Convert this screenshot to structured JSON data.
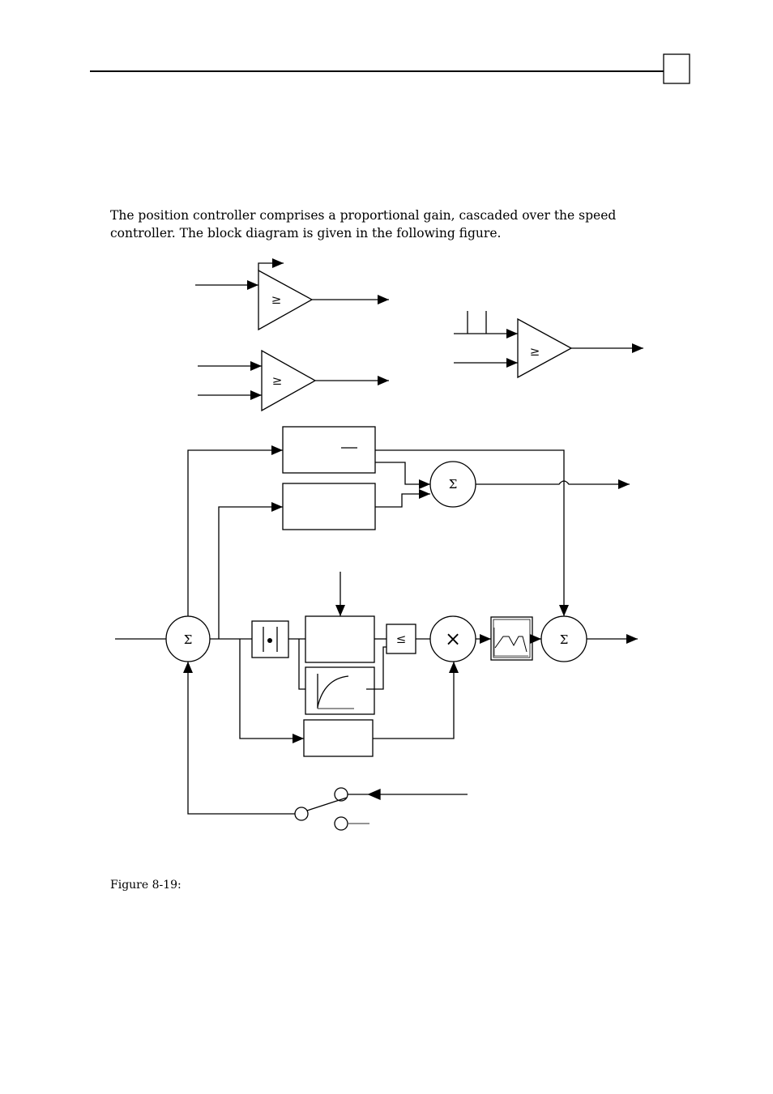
{
  "page": {
    "paragraph": "The position controller comprises a proportional gain, cascaded over the speed controller. The block diagram is given in the following figure.",
    "figure_caption": "Figure 8-19:"
  },
  "diagram": {
    "comparator_symbol": "≥",
    "sum_symbol": "Σ",
    "limit_symbol": "≤",
    "multiply_symbol": "×",
    "abs_symbol": "|•|"
  }
}
